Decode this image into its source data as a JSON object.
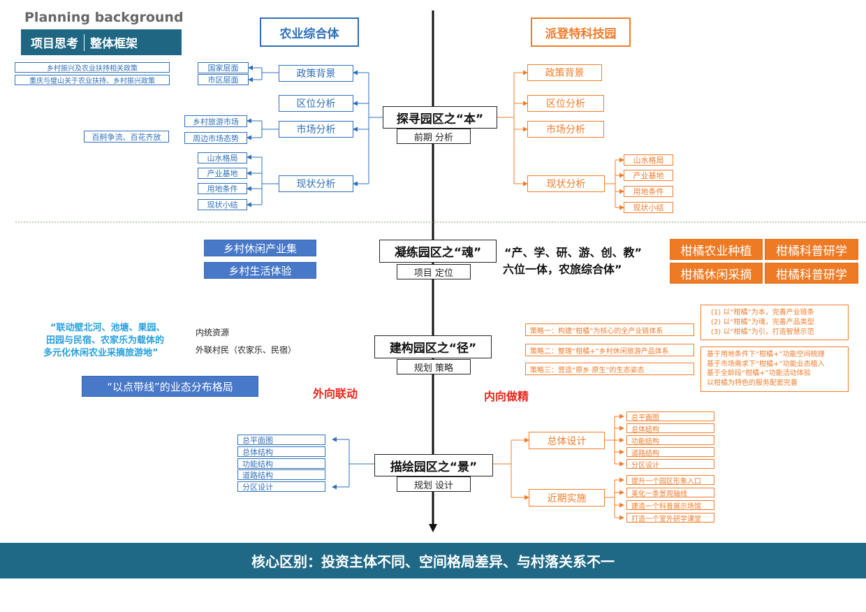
{
  "header": {
    "english_title": "Planning background",
    "tag_left": "项目思考",
    "tag_right": "整体框架"
  },
  "columns": {
    "left_title": "农业综合体",
    "right_title": "派登特科技园"
  },
  "spine": {
    "s1": {
      "title": "探寻园区之“本”",
      "sub": "前期 分析"
    },
    "s2": {
      "title": "凝练园区之“魂”",
      "sub": "项目 定位"
    },
    "s3": {
      "title": "建构园区之“径”",
      "sub": "规划 策略"
    },
    "s4": {
      "title": "描绘园区之“景”",
      "sub": "规划 设计"
    }
  },
  "left_analysis": {
    "policy": "政策背景",
    "location": "区位分析",
    "market": "市场分析",
    "status": "现状分析",
    "national": "国家层面",
    "city": "市区层面",
    "policy_note1": "乡村振兴及农业扶持相关政策",
    "policy_note2": "重庆与璧山关于农业扶持、乡村振兴政策",
    "rural_market": "乡村旅游市场",
    "nearby_market": "周边市场态势",
    "market_note": "百舸争流、百花齐放",
    "st1": "山水格局",
    "st2": "产业基地",
    "st3": "用地条件",
    "st4": "现状小结"
  },
  "right_analysis": {
    "policy": "政策背景",
    "location": "区位分析",
    "market": "市场分析",
    "status": "现状分析",
    "st1": "山水格局",
    "st2": "产业基地",
    "st3": "用地条件",
    "st4": "现状小结"
  },
  "positioning": {
    "left1": "乡村休闲产业集",
    "left2": "乡村生活体验",
    "slogan1": "“产、学、研、游、创、教”",
    "slogan2": "六位一体，农旅综合体”",
    "r1": "柑橘农业种植",
    "r2": "柑橘科普研学",
    "r3": "柑橘休闲采摘",
    "r4": "柑橘科普研学"
  },
  "strategy": {
    "left_quote1": "“联动壁北河、池塘、果园、",
    "left_quote2": "田园与民宿、农家乐为载体的",
    "left_quote3": "多元化休闲农业采摘旅游地”",
    "inner_res": "内统资源",
    "outer_res": "外联村民（农家乐、民宿）",
    "layout": "“以点带线”的业态分布格局",
    "outward": "外向联动",
    "inward": "内向做精",
    "st1": "策略一：构建“柑橘”为核心的全产业链体系",
    "st2": "策略二：整理“柑橘+”乡村休闲旅游产品体系",
    "st3": "策略三：营造“原乡·原生”的生态姿态",
    "box1_l1": "(1) 以“柑橘”为本，完善产业链条",
    "box1_l2": "(2) 以“柑橘”为魂，完善产品类型",
    "box1_l3": "(3) 以“柑橘”为引，打造智慧示范",
    "box2_l1": "基于用地条件下“柑橘+”功能空间梳理",
    "box2_l2": "基于市场需求下“柑橘+”功能业态植入",
    "box2_l3": "基于全龄段“柑橘+”功能活动体验",
    "box2_l4": "以柑橘为特色的服务配套完善"
  },
  "design": {
    "left_items": [
      "总平面图",
      "总体结构",
      "功能结构",
      "道路结构",
      "分区设计"
    ],
    "overall": "总体设计",
    "near_term": "近期实施",
    "right_items": [
      "总平面图",
      "总体结构",
      "功能结构",
      "道路结构",
      "分区设计"
    ],
    "near_items": [
      "提升一个园区形象入口",
      "美化一条景观轴线",
      "建造一个科普展示场馆",
      "打造一个室外研学课堂"
    ]
  },
  "footer": {
    "banner": "核心区别：投资主体不同、空间格局差异、与村落关系不一"
  },
  "colors": {
    "blue": "#2e6fb8",
    "orange": "#f07c2a",
    "teal": "#1e6682",
    "banner": "#1f6987"
  }
}
